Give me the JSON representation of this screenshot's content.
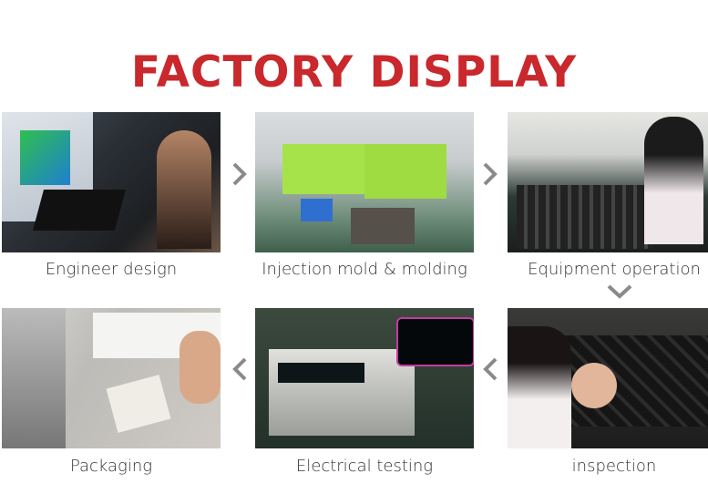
{
  "title": "FACTORY DISPLAY",
  "colors": {
    "title": "#c9282d",
    "arrow": "#8a8a8a"
  },
  "steps": [
    {
      "caption": "Engineer design",
      "icon": "photo"
    },
    {
      "caption": "Injection mold & molding",
      "icon": "photo"
    },
    {
      "caption": "Equipment operation",
      "icon": "photo"
    },
    {
      "caption": "inspection",
      "icon": "photo"
    },
    {
      "caption": "Electrical testing",
      "icon": "photo"
    },
    {
      "caption": "Packaging",
      "icon": "photo"
    }
  ],
  "arrows": [
    "chevron-right",
    "chevron-right",
    "chevron-down",
    "chevron-left",
    "chevron-left"
  ]
}
